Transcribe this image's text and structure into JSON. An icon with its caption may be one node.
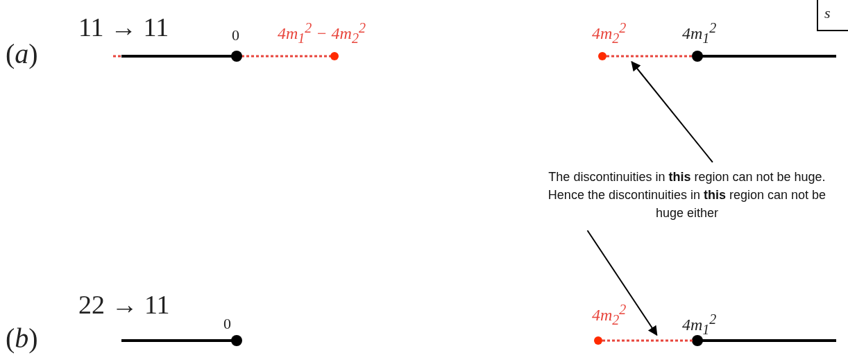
{
  "diagram": {
    "nodes": [
      {
        "text": [
          "The discontinuities in **this** region can not be huge. Hence the discontinuities in **this** region can not be huge either"
        ]
      },
      {
        "text": [],
        "shape": "line"
      },
      {
        "text": [],
        "shape": "line"
      }
    ],
    "edges": [
      {
        "from": 0,
        "to": 1,
        "arrow": "to"
      },
      {
        "from": 0,
        "to": 2,
        "arrow": "to"
      }
    ],
    "labels": [
      "(*a*)",
      "11 → 11",
      "0",
      "4m$_{1}$$^{2}$ − 4m$_{2}$$^{2}$",
      "4m$_{2}$$^{2}$",
      "4m$_{1}$$^{2}$",
      "s",
      "22 → 11",
      "0",
      "(*b*)",
      "4m$_{2}$$^{2}$",
      "4m$_{1}$$^{2}$"
    ]
  }
}
